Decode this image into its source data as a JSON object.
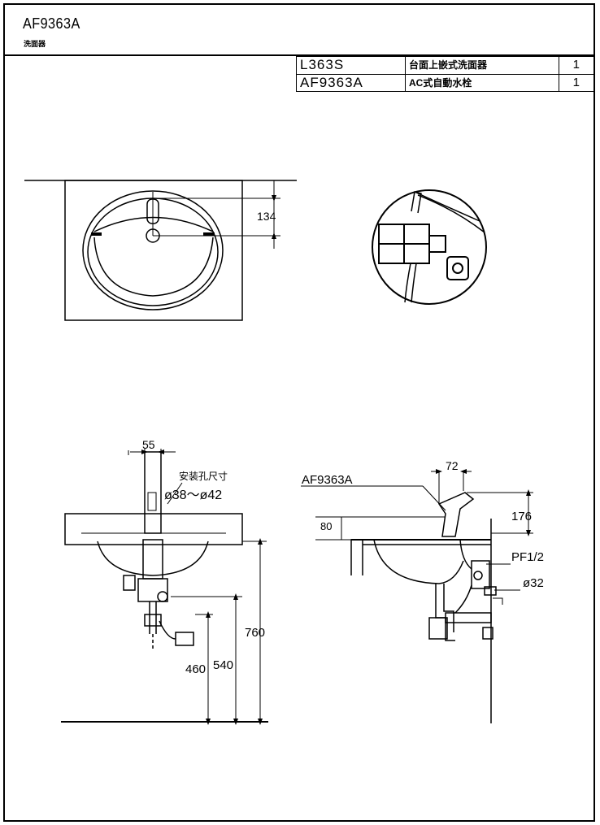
{
  "header": {
    "model": "AF9363A",
    "subtitle": "洗面器"
  },
  "parts_table": [
    {
      "code": "L363S",
      "name": "台面上嵌式洗面器",
      "qty": "1"
    },
    {
      "code": "AF9363A",
      "name": "AC式自動水栓",
      "qty": "1"
    }
  ],
  "dimensions": {
    "top_view_depth": "134",
    "faucet_width_front": "55",
    "hole_label": "安装孔尺寸",
    "hole_range": "ø38～ø42",
    "height_760": "760",
    "height_540": "540",
    "height_460": "460",
    "side_model_label": "AF9363A",
    "side_72": "72",
    "side_176": "176",
    "side_80": "80",
    "pf_label": "PF1/2",
    "drain_dia": "ø32"
  }
}
